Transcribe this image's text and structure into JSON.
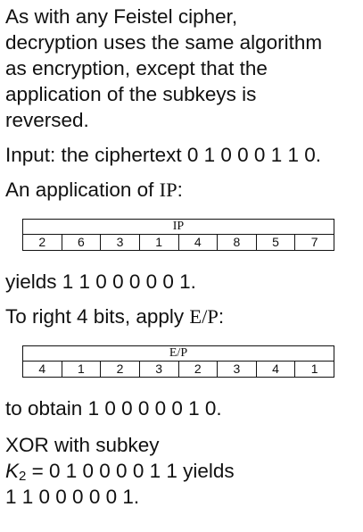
{
  "intro": {
    "line1": "As with any Feistel cipher,",
    "line2": "decryption uses the same algorithm",
    "line3": "as encryption, except that the",
    "line4": "application of the subkeys is",
    "line5": "reversed."
  },
  "input_line": "Input: the ciphertext 0 1 0 0 0 1 1 0.",
  "ip_application": {
    "prefix": "An application of ",
    "term": "IP",
    "suffix": ":"
  },
  "ip_table": {
    "header": "IP",
    "values": [
      "2",
      "6",
      "3",
      "1",
      "4",
      "8",
      "5",
      "7"
    ]
  },
  "ip_result": "yields 1 1 0 0 0 0 0 1.",
  "ep_application": {
    "prefix": "To right 4 bits, apply ",
    "term": "E/P",
    "suffix": ":"
  },
  "ep_table": {
    "header": "E/P",
    "values": [
      "4",
      "1",
      "2",
      "3",
      "2",
      "3",
      "4",
      "1"
    ]
  },
  "ep_result": "to obtain 1 0 0 0 0 0 1 0.",
  "xor": {
    "line1": "XOR with subkey",
    "key_letter": "K",
    "key_subscript": "2",
    "line2_rest": " = 0 1 0 0 0 0 1 1 yields",
    "line3": "1 1 0 0 0 0 0 1."
  }
}
